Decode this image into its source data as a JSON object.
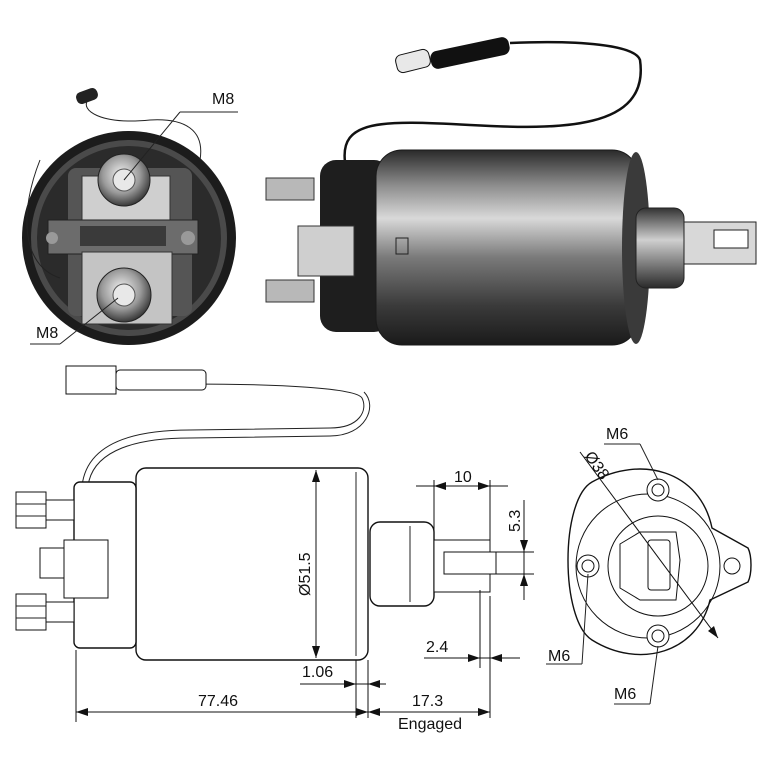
{
  "photo_end_view": {
    "label_top": "M8",
    "label_bottom": "M8"
  },
  "side_view": {
    "dia_body": "Ø51.5",
    "dim_10": "10",
    "dim_5_3": "5.3",
    "dim_2_4": "2.4",
    "dim_1_06": "1.06",
    "dim_77_46": "77.46",
    "dim_17_3": "17.3",
    "engaged_label": "Engaged"
  },
  "flange_view": {
    "m6_top": "M6",
    "dia_38": "Ø38",
    "m6_left": "M6",
    "m6_bottom": "M6"
  }
}
